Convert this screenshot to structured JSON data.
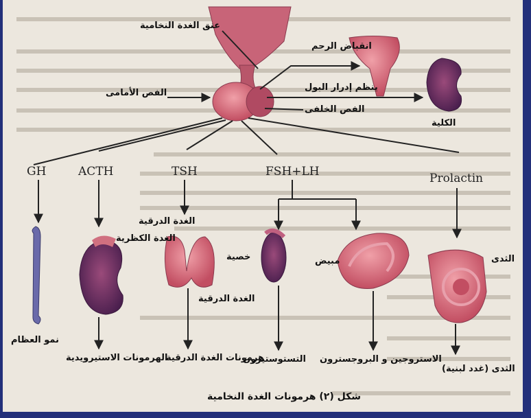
{
  "labels": {
    "stalk": "عنق الغدة النخامية",
    "anterior_lobe": "الفص الأمامى",
    "posterior_lobe": "الفص الخلفى",
    "uterus": "انقباض الرحم",
    "urine": "ينظم إدرار البول",
    "kidney": "الكلية"
  },
  "hormones": [
    "GH",
    "ACTH",
    "TSH",
    "FSH+LH",
    "Prolactin"
  ],
  "targets": {
    "adrenal": "الغدة الكظرية",
    "thyroid": "الغدة الدرقية",
    "testis": "خصية",
    "ovary": "مبيض",
    "breast": "الثدى"
  },
  "effects": {
    "bone": "نمو العظام",
    "steroids": "الهرمونات الاستيرويدية",
    "thyroid_h": "هرمونات الغدة الدرقية",
    "thyroid_gland": "الغدة الدرقية",
    "testosterone": "التستوستيرون",
    "estrogen": "الاستروجين و البروجسترون",
    "milk": "الثدى (غدد لبنية)"
  },
  "caption": "شكل (٢) هرمونات الغدة النخامية",
  "colors": {
    "organ_pink": "#d86a7a",
    "organ_dark": "#8a2a4e",
    "bone_blue": "#5a5a9a",
    "frame": "#23307a"
  }
}
